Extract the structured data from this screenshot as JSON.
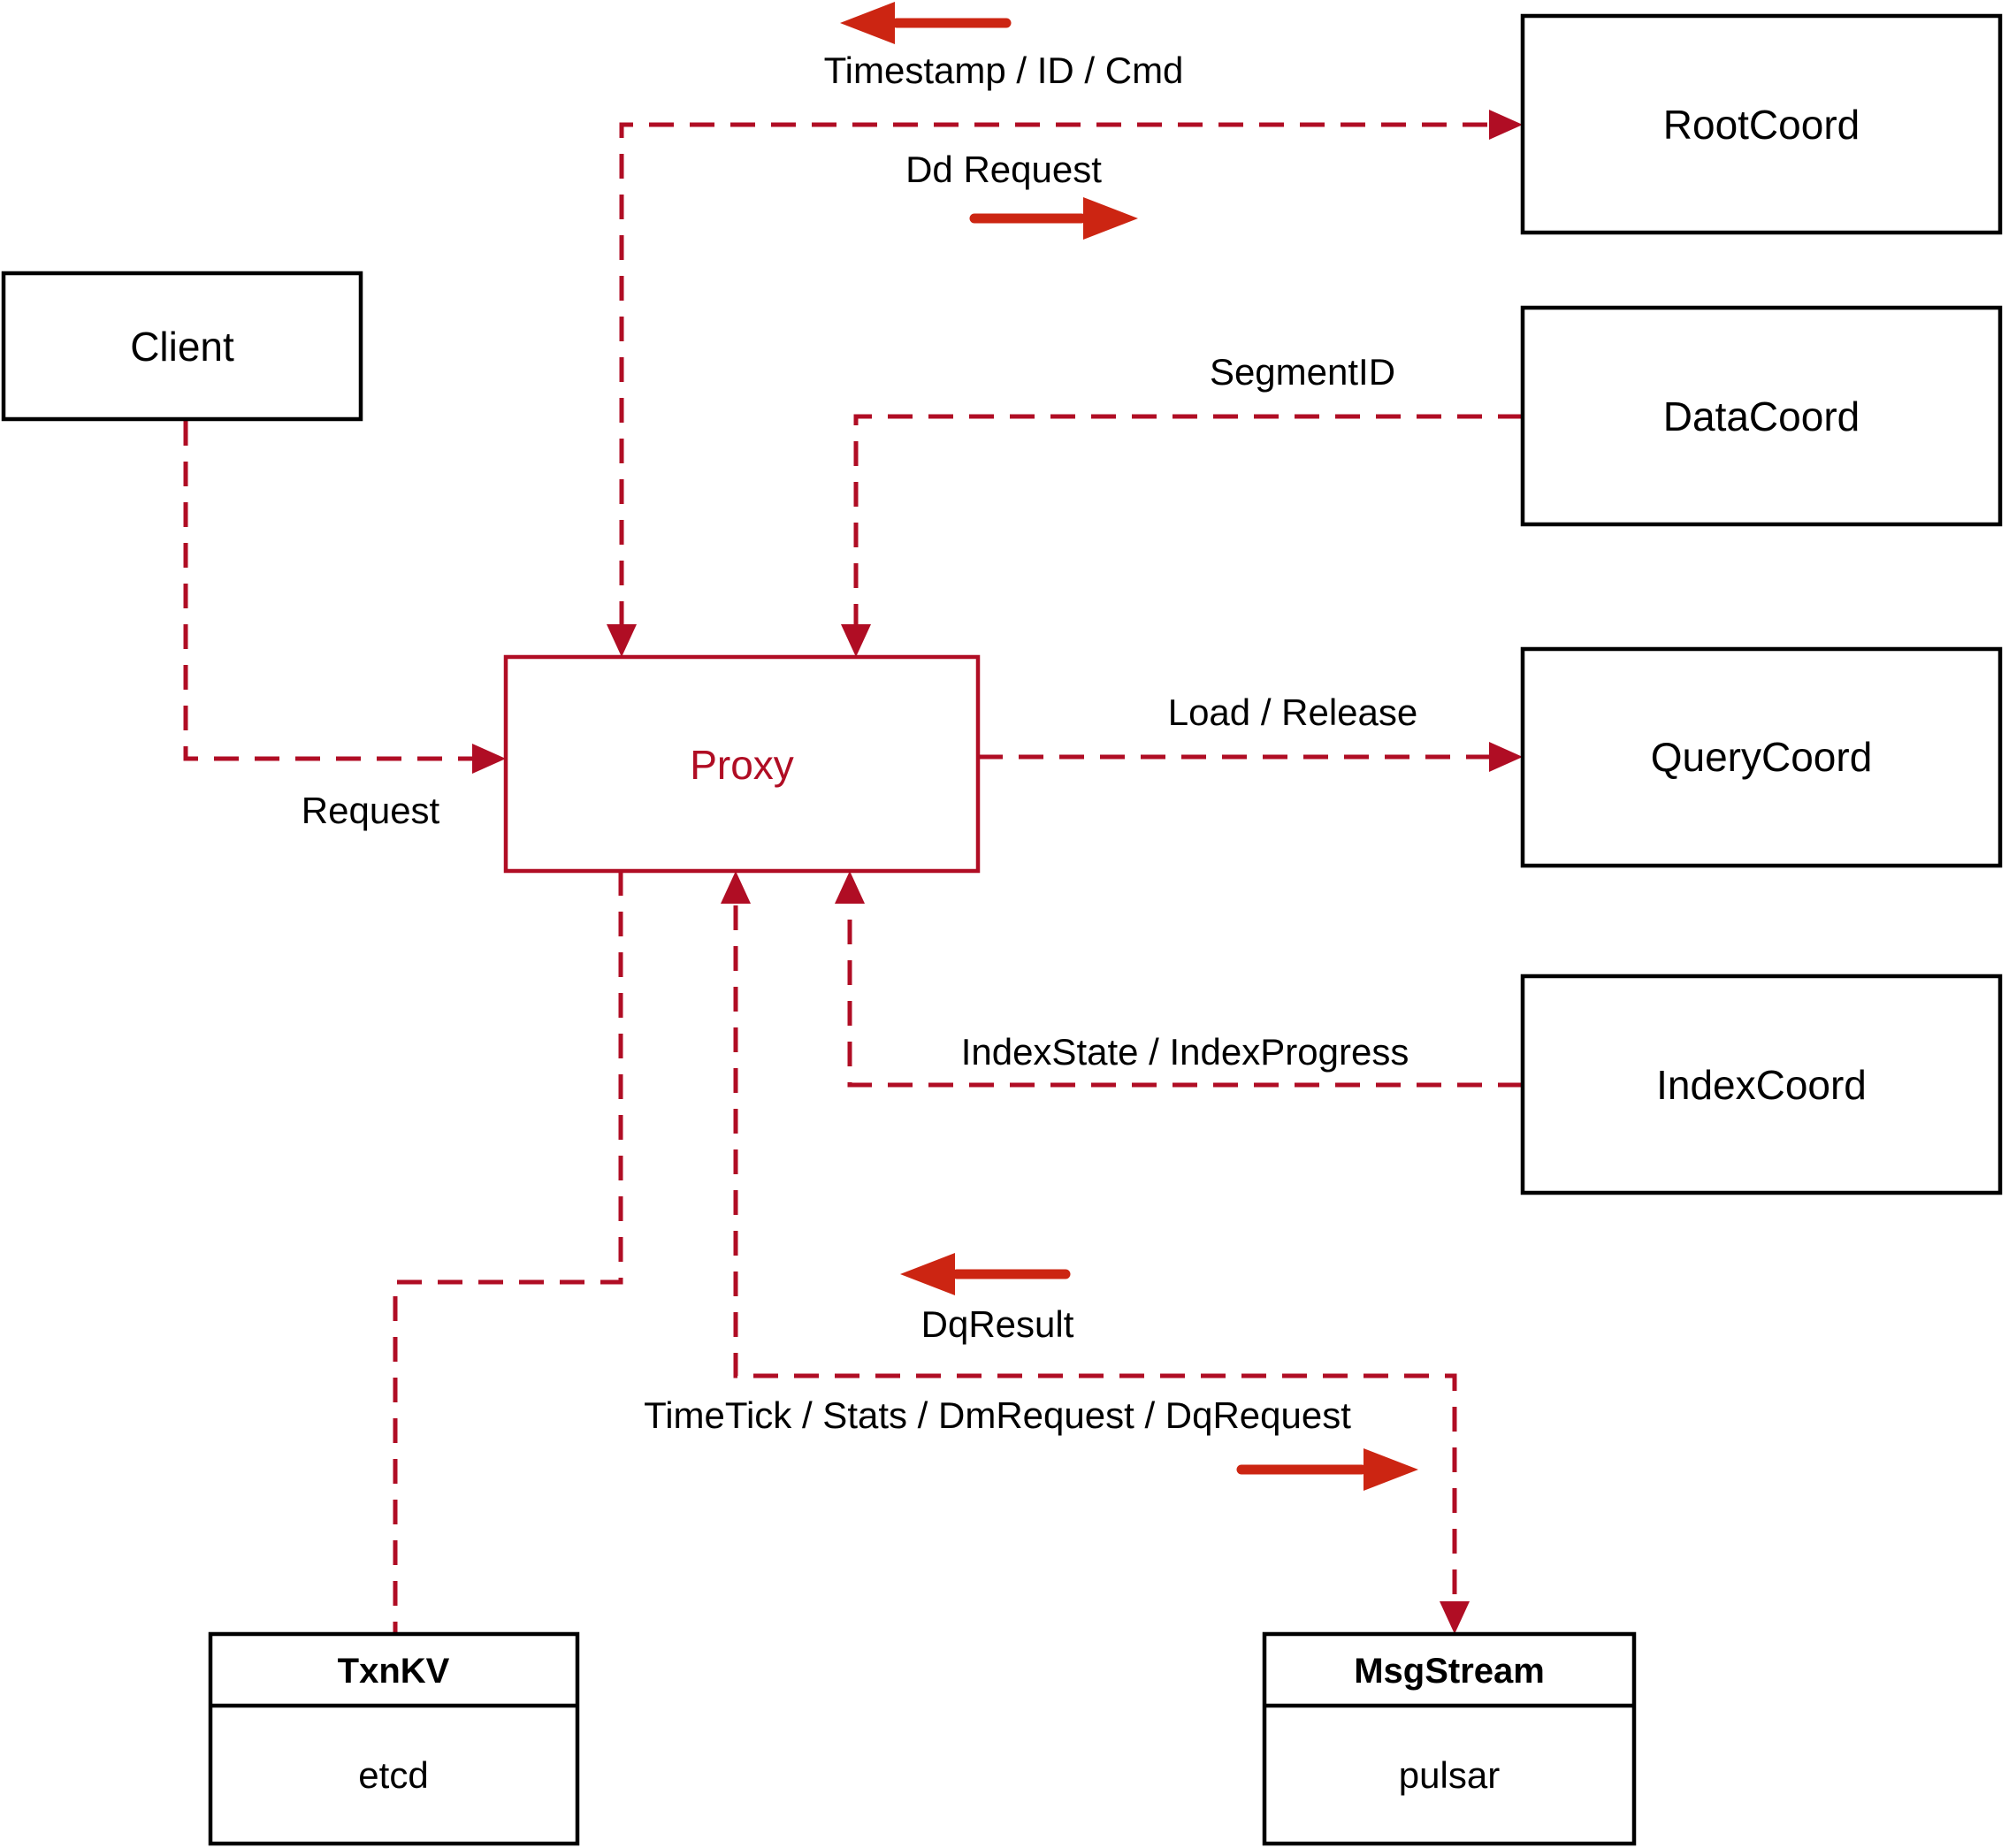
{
  "diagram": {
    "colors": {
      "dashed_line": "#b00d24",
      "proxy_accent": "#b00d24",
      "annotation_arrow": "#cc2512",
      "node_border": "#000000",
      "label_text": "#000000",
      "background": "#ffffff"
    },
    "nodes": {
      "client": {
        "label": "Client"
      },
      "proxy": {
        "label": "Proxy"
      },
      "root_coord": {
        "label": "RootCoord"
      },
      "data_coord": {
        "label": "DataCoord"
      },
      "query_coord": {
        "label": "QueryCoord"
      },
      "index_coord": {
        "label": "IndexCoord"
      },
      "txn_kv": {
        "title": "TxnKV",
        "impl": "etcd"
      },
      "msg_stream": {
        "title": "MsgStream",
        "impl": "pulsar"
      }
    },
    "edges": {
      "request": {
        "label": "Request"
      },
      "timestamp_id_cmd": {
        "label": "Timestamp / ID / Cmd"
      },
      "dd_request": {
        "label": "Dd Request"
      },
      "segment_id": {
        "label": "SegmentID"
      },
      "load_release": {
        "label": "Load / Release"
      },
      "index_state": {
        "label": "IndexState / IndexProgress"
      },
      "dq_result": {
        "label": "DqResult"
      },
      "time_tick": {
        "label": "TimeTick / Stats / DmRequest / DqRequest"
      }
    }
  }
}
